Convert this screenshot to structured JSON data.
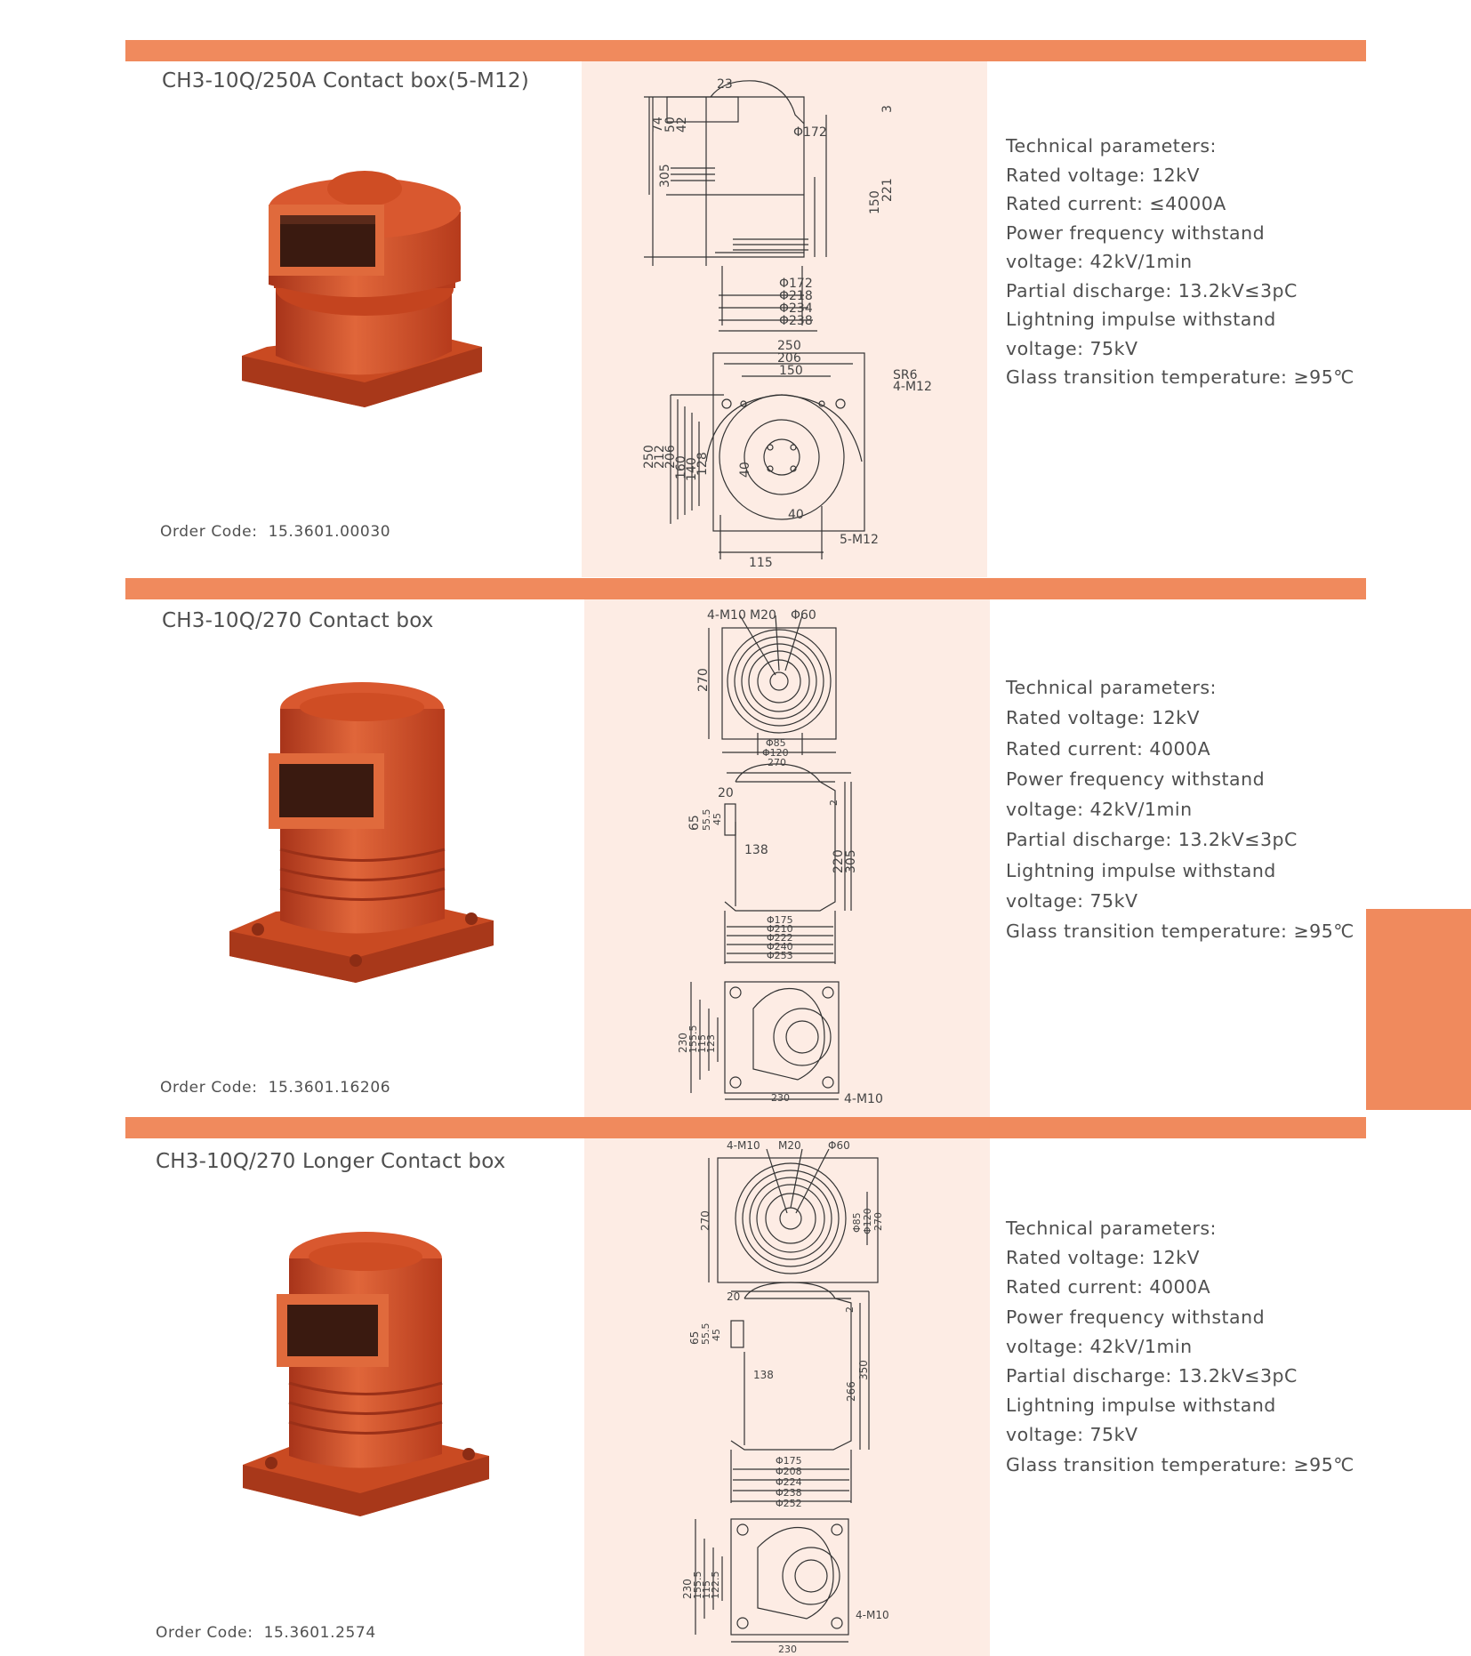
{
  "products": [
    {
      "title": "CH3-10Q/250A Contact box(5-M12)",
      "order_label": "Order Code:",
      "order_code": "15.3601.00030",
      "params": [
        "Technical parameters:",
        "Rated voltage: 12kV",
        "Rated current: ≤4000A",
        "Power frequency withstand",
        "voltage: 42kV/1min",
        "Partial discharge: 13.2kV≤3pC",
        "Lightning impulse withstand",
        "voltage: 75kV",
        "Glass transition temperature: ≥95℃"
      ],
      "dims": {
        "d23": "23",
        "d74": "74",
        "d50": "50",
        "d42": "42",
        "d305": "305",
        "phi172top": "Φ172",
        "d3": "3",
        "d221": "221",
        "d150": "150",
        "phi172": "Φ172",
        "phi218": "Φ218",
        "phi234": "Φ234",
        "phi238": "Φ238",
        "d250": "250",
        "d206": "206",
        "d150b": "150",
        "sr6": "SR6",
        "m12_4": "4-M12",
        "v250": "250",
        "v212": "212",
        "v206": "206",
        "v160": "160",
        "v140": "140",
        "v128": "128",
        "d40a": "40",
        "d40b": "40",
        "m12_5": "5-M12",
        "d115": "115"
      }
    },
    {
      "title": "CH3-10Q/270 Contact box",
      "order_label": "Order Code:",
      "order_code": "15.3601.16206",
      "params": [
        "Technical parameters:",
        "Rated voltage: 12kV",
        "Rated current: 4000A",
        "Power frequency withstand",
        "voltage: 42kV/1min",
        "Partial discharge: 13.2kV≤3pC",
        "Lightning impulse withstand",
        "voltage: 75kV",
        "Glass transition temperature: ≥95℃"
      ],
      "dims": {
        "m10": "4-M10",
        "m20": "M20",
        "phi60": "Φ60",
        "d270v": "270",
        "phi85": "Φ85",
        "phi120": "Φ120",
        "d270h": "270",
        "d20": "20",
        "d65": "65",
        "d555": "55.5",
        "d45": "45",
        "d138": "138",
        "d2": "2",
        "d220": "220",
        "d305": "305",
        "phi175": "Φ175",
        "phi210": "Φ210",
        "phi222": "Φ222",
        "phi240": "Φ240",
        "phi253": "Φ253",
        "d230": "230",
        "d1555": "155.5",
        "d115": "115",
        "d123": "123",
        "d230b": "230",
        "m10b": "4-M10"
      }
    },
    {
      "title": "CH3-10Q/270 Longer Contact box",
      "order_label": "Order Code:",
      "order_code": "15.3601.2574",
      "params": [
        "Technical parameters:",
        "Rated voltage: 12kV",
        "Rated current: 4000A",
        "Power frequency withstand",
        "voltage: 42kV/1min",
        "Partial discharge: 13.2kV≤3pC",
        "Lightning impulse withstand",
        "voltage: 75kV",
        "Glass transition temperature: ≥95℃"
      ],
      "dims": {
        "m10": "4-M10",
        "m20": "M20",
        "phi60": "Φ60",
        "d270v": "270",
        "phi85": "Φ85",
        "phi120": "Φ120",
        "d270r": "270",
        "d20": "20",
        "d65": "65",
        "d555": "55.5",
        "d45": "45",
        "d138": "138",
        "d2": "2",
        "d266": "266",
        "d350": "350",
        "phi175": "Φ175",
        "phi208": "Φ208",
        "phi224": "Φ224",
        "phi238": "Φ238",
        "phi252": "Φ252",
        "d230": "230",
        "d1555": "155.5",
        "d115": "115",
        "d1225": "122.5",
        "d230b": "230",
        "m10b": "4-M10"
      }
    }
  ],
  "colors": {
    "accent": "#f08a5d",
    "drawing_bg": "#fdece4",
    "product": "#c8431f"
  }
}
